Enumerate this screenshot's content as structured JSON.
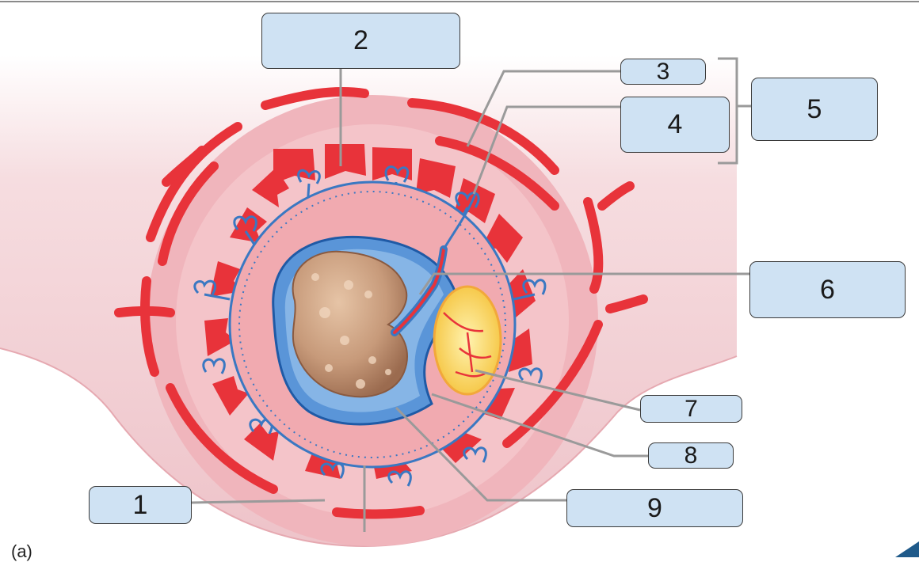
{
  "labels": {
    "l1": "1",
    "l2": "2",
    "l3": "3",
    "l4": "4",
    "l5": "5",
    "l6": "6",
    "l7": "7",
    "l8": "8",
    "l9": "9"
  },
  "figure_letter": "(a)",
  "colors": {
    "tissue_pink": "#f2c6cc",
    "vessel_red": "#e8333a",
    "amnion_blue": "#3a78c2",
    "embryo_tan": "#c79a7a",
    "yolk_yellow": "#f7d35a",
    "label_fill": "#cfe2f3"
  }
}
